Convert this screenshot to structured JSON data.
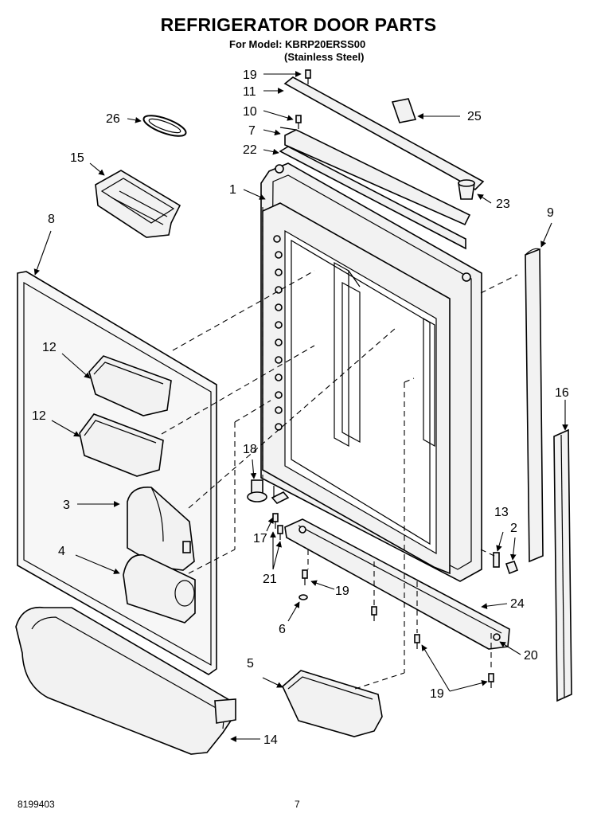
{
  "header": {
    "title": "REFRIGERATOR DOOR PARTS",
    "model_line": "For Model: KBRP20ERSS00",
    "finish_line": "(Stainless Steel)"
  },
  "footer": {
    "document_number": "8199403",
    "page_number": "7"
  },
  "callouts": {
    "p1": "1",
    "p2": "2",
    "p3": "3",
    "p4": "4",
    "p5": "5",
    "p6": "6",
    "p7": "7",
    "p8": "8",
    "p9": "9",
    "p10": "10",
    "p11": "11",
    "p12a": "12",
    "p12b": "12",
    "p13": "13",
    "p14": "14",
    "p15": "15",
    "p16": "16",
    "p17": "17",
    "p18": "18",
    "p19a": "19",
    "p19b": "19",
    "p19c": "19",
    "p20": "20",
    "p21": "21",
    "p22": "22",
    "p23": "23",
    "p24": "24",
    "p25": "25",
    "p26": "26"
  }
}
